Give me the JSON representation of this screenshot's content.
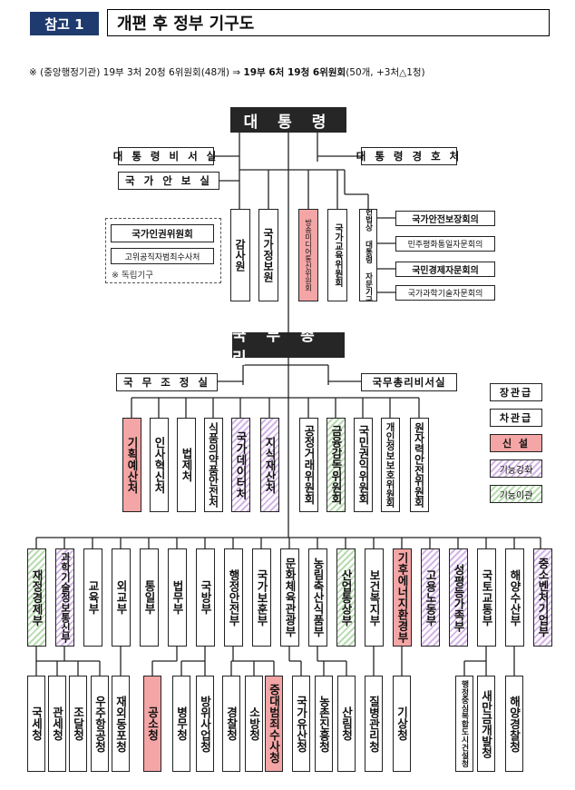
{
  "header": {
    "tag": "참고 1",
    "title": "개편 후 정부 기구도",
    "summary": {
      "mark": "※",
      "before": "(중앙행정기관) 19부 3처 20청 6위원회(48개)",
      "arrow": "⇒",
      "after_bold": "19부 6처 19청 6위원회",
      "after_note": "(50개, +3처△1청)"
    }
  },
  "top": {
    "president": "대 통 령",
    "secretariat": "대 통 령 비 서 실",
    "security_office": "국 가 안 보 실",
    "guard": "대 통 령 경 호 처",
    "pm": "국 무 총 리",
    "coordination": "국 무 조 정 실",
    "pm_secretariat": "국무총리비서실"
  },
  "independent": {
    "title": "국가인권위원회",
    "sub": "고위공직자범죄수사처",
    "note": "※ 독립기구"
  },
  "presidential_agencies": [
    {
      "label": "감사원",
      "style": "plain"
    },
    {
      "label": "국가정보원",
      "style": "plain"
    },
    {
      "label": "방송미디어통신위원회",
      "style": "new"
    },
    {
      "label": "국가교육위원회",
      "style": "plain"
    }
  ],
  "advisory_group": {
    "vertical": "헌법상 대통령 자문기구",
    "items": [
      "국가안전보장회의",
      "민주평화통일자문회의",
      "국민경제자문회의",
      "국가과학기술자문회의"
    ]
  },
  "pm_agencies": [
    {
      "label": "기획예산처",
      "style": "new"
    },
    {
      "label": "인사혁신처",
      "style": "plain"
    },
    {
      "label": "법제처",
      "style": "plain"
    },
    {
      "label": "식품의약품안전처",
      "style": "plain"
    },
    {
      "label": "국가데이터처",
      "style": "enh"
    },
    {
      "label": "지식재산처",
      "style": "enh"
    },
    {
      "label": "공정거래위원회",
      "style": "plain"
    },
    {
      "label": "금융감독위원회",
      "style": "mov"
    },
    {
      "label": "국민권익위원회",
      "style": "plain"
    },
    {
      "label": "개인정보보호위원회",
      "style": "plain"
    },
    {
      "label": "원자력안전위원회",
      "style": "plain"
    }
  ],
  "legend": [
    {
      "label": "장관급",
      "style": "plain"
    },
    {
      "label": "차관급",
      "style": "plain"
    },
    {
      "label": "신 설",
      "style": "new"
    },
    {
      "label": "기능강화",
      "style": "enh"
    },
    {
      "label": "기능이관",
      "style": "mov"
    }
  ],
  "ministries": [
    {
      "label": "재정경제부",
      "style": "mov"
    },
    {
      "label": "과학기술정보통신부",
      "style": "enh"
    },
    {
      "label": "교육부",
      "style": "plain"
    },
    {
      "label": "외교부",
      "style": "plain"
    },
    {
      "label": "통일부",
      "style": "plain"
    },
    {
      "label": "법무부",
      "style": "plain"
    },
    {
      "label": "국방부",
      "style": "plain"
    },
    {
      "label": "행정안전부",
      "style": "plain"
    },
    {
      "label": "국가보훈부",
      "style": "plain"
    },
    {
      "label": "문화체육관광부",
      "style": "plain"
    },
    {
      "label": "농림축산식품부",
      "style": "plain"
    },
    {
      "label": "산업통상부",
      "style": "mov"
    },
    {
      "label": "보건복지부",
      "style": "plain"
    },
    {
      "label": "기후에너지환경부",
      "style": "new"
    },
    {
      "label": "고용노동부",
      "style": "enh"
    },
    {
      "label": "성평등가족부",
      "style": "enh"
    },
    {
      "label": "국토교통부",
      "style": "plain"
    },
    {
      "label": "해양수산부",
      "style": "plain"
    },
    {
      "label": "중소벤처기업부",
      "style": "enh"
    }
  ],
  "agencies": [
    {
      "label": "국세청",
      "style": "plain"
    },
    {
      "label": "관세청",
      "style": "plain"
    },
    {
      "label": "조달청",
      "style": "plain"
    },
    {
      "label": "우주항공청",
      "style": "plain"
    },
    {
      "label": "재외동포청",
      "style": "plain"
    },
    {
      "label": "공소청",
      "style": "new"
    },
    {
      "label": "병무청",
      "style": "plain"
    },
    {
      "label": "방위사업청",
      "style": "plain"
    },
    {
      "label": "경찰청",
      "style": "plain"
    },
    {
      "label": "소방청",
      "style": "plain"
    },
    {
      "label": "중대범죄수사청",
      "style": "new"
    },
    {
      "label": "국가유산청",
      "style": "plain"
    },
    {
      "label": "농촌진흥청",
      "style": "plain"
    },
    {
      "label": "산림청",
      "style": "plain"
    },
    {
      "label": "질병관리청",
      "style": "plain"
    },
    {
      "label": "기상청",
      "style": "plain"
    },
    {
      "label": "행정중심복합도시건설청",
      "style": "plain"
    },
    {
      "label": "새만금개발청",
      "style": "plain"
    },
    {
      "label": "해양경찰청",
      "style": "plain"
    }
  ]
}
